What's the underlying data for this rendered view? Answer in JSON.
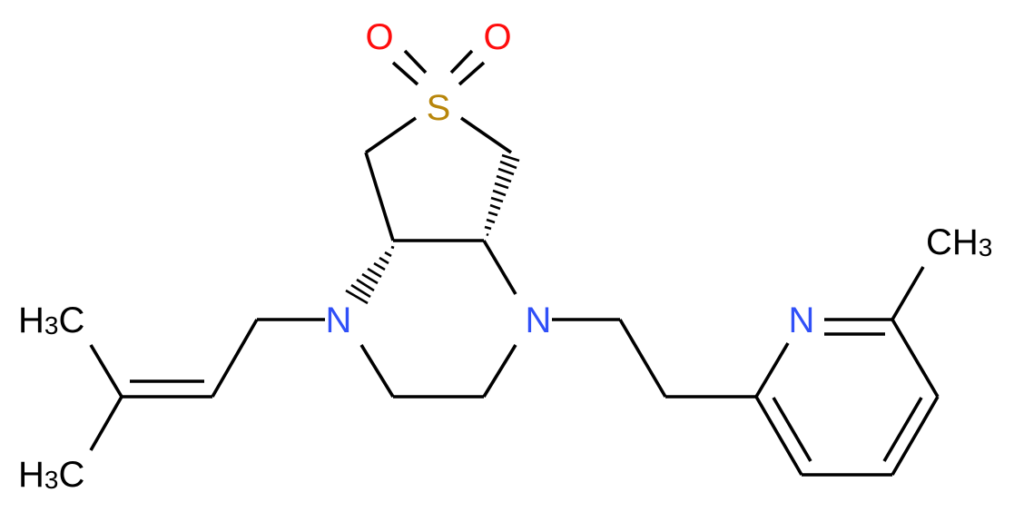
{
  "diagram": {
    "type": "chemical-structure",
    "atom_colors": {
      "N": "#3050f8",
      "O": "#ff0d0d",
      "S": "#b8860b",
      "C": "#000000"
    },
    "labels": {
      "o_left": "O",
      "o_right": "O",
      "s": "S",
      "n_left": "N",
      "n_right": "N",
      "n_pyridine": "N",
      "ch3_right_c": "CH",
      "ch3_right_sub": "3",
      "h3c_top_h": "H",
      "h3c_top_sub": "3",
      "h3c_top_c": "C",
      "h3c_bottom_h": "H",
      "h3c_bottom_sub": "3",
      "h3c_bottom_c": "C"
    }
  }
}
